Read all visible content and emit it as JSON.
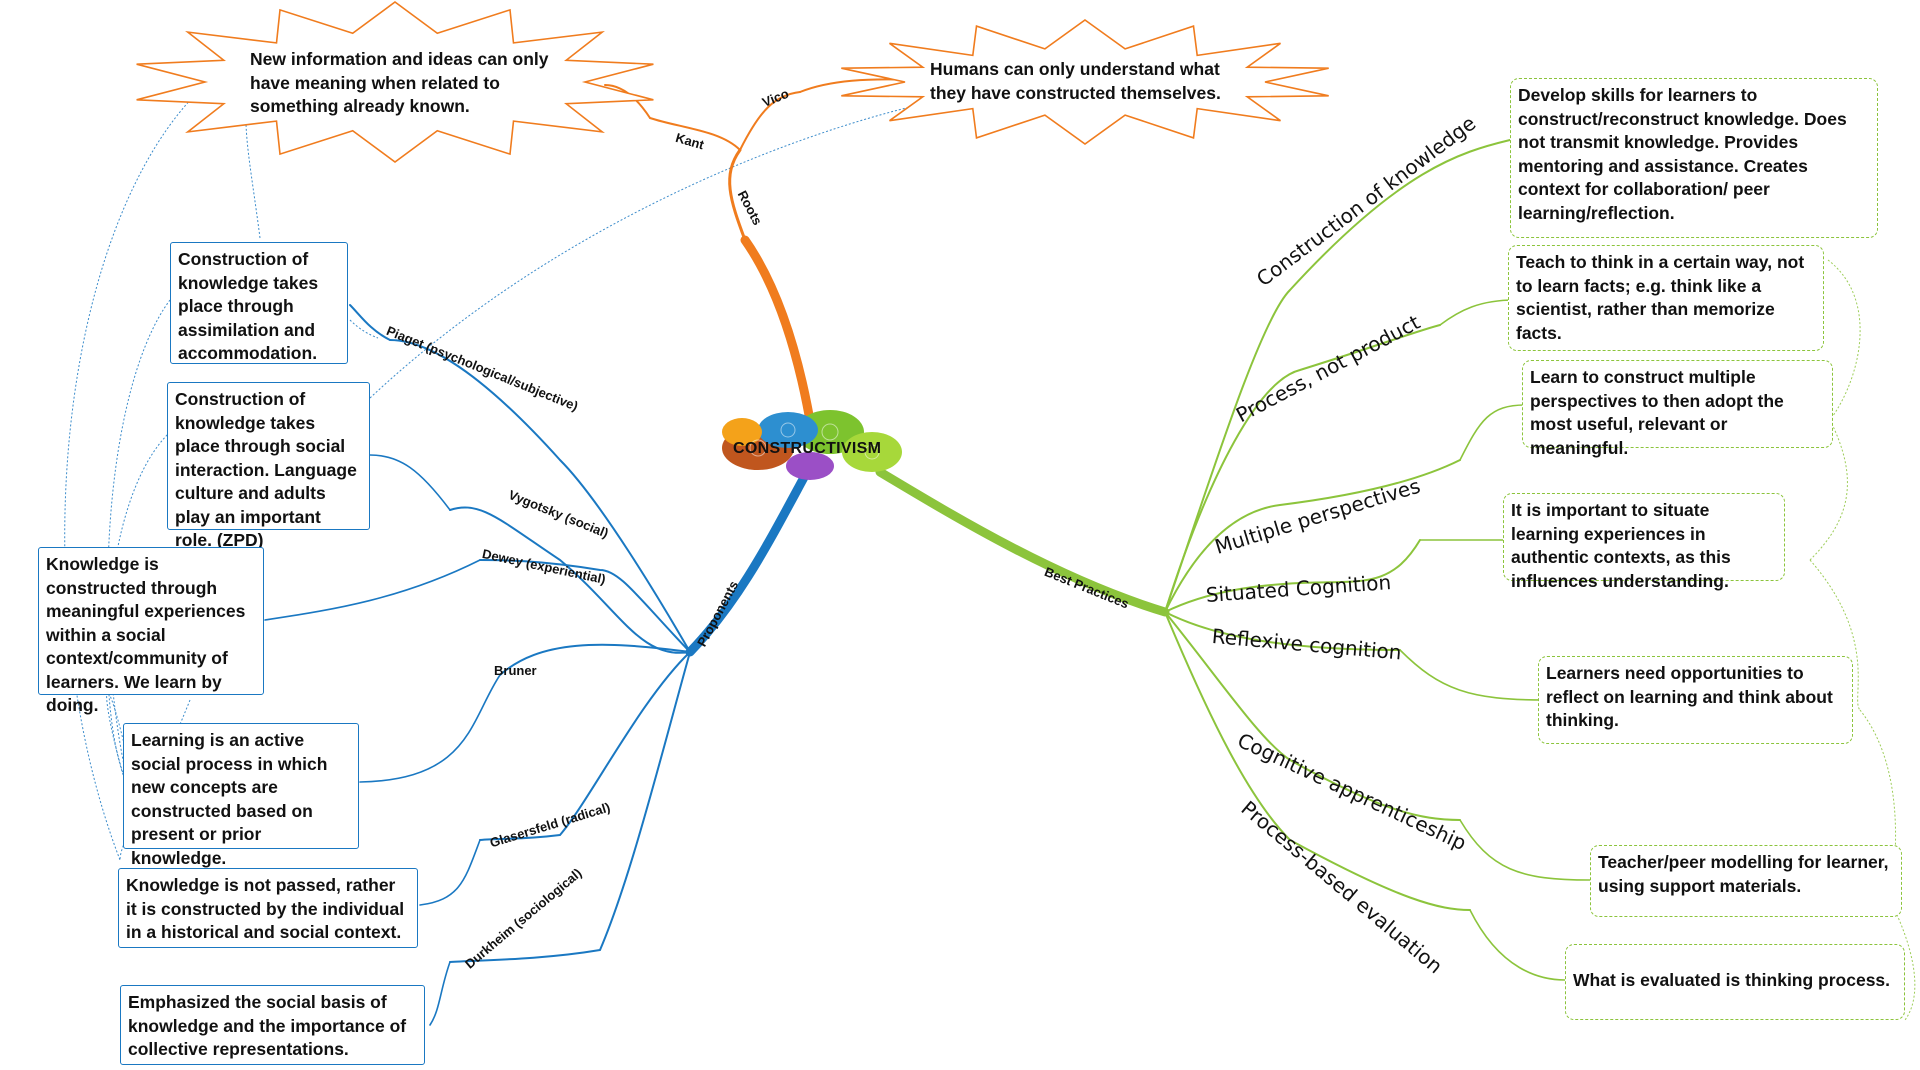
{
  "central_topic": "CONSTRUCTIVISM",
  "colors": {
    "roots": "#f07c1e",
    "proponents": "#1a78c2",
    "best_practices": "#8cc43c"
  },
  "roots": {
    "label": "Roots",
    "kant": {
      "label": "Kant",
      "note": "New information and ideas can only have meaning when related to something already known."
    },
    "vico": {
      "label": "Vico",
      "note": "Humans can only understand what they have constructed themselves."
    }
  },
  "proponents": {
    "label": "Proponents",
    "items": [
      {
        "label": "Piaget (psychological/subjective)",
        "note": "Construction of knowledge takes place through assimilation and accommodation."
      },
      {
        "label": "Vygotsky (social)",
        "note": "Construction of knowledge takes place through social interaction. Language culture and adults play an important role. (ZPD)"
      },
      {
        "label": "Dewey (experiential)",
        "note": "Knowledge is constructed through meaningful experiences within a social context/community of learners. We learn by doing."
      },
      {
        "label": "Bruner",
        "note": "Learning is an active social process in which new concepts are constructed based on present or prior knowledge."
      },
      {
        "label": "Glasersfeld (radical)",
        "note": "Knowledge is not passed, rather it is constructed by the individual in a historical and social context."
      },
      {
        "label": "Durkheim (sociological)",
        "note": "Emphasized the social basis of knowledge and the importance of collective representations."
      }
    ]
  },
  "best_practices": {
    "label": "Best Practices",
    "items": [
      {
        "label": "Construction of knowledge",
        "note": "Develop skills for learners to construct/reconstruct knowledge. Does not transmit knowledge. Provides mentoring and assistance. Creates context for collaboration/ peer learning/reflection."
      },
      {
        "label": "Process, not product",
        "note": "Teach to think in a certain way, not to learn facts; e.g. think like a scientist, rather than memorize facts."
      },
      {
        "label": "Multiple perspectives",
        "note": "Learn to construct multiple perspectives to then adopt the most useful, relevant or meaningful."
      },
      {
        "label": "Situated Cognition",
        "note": "It is important to situate learning experiences in authentic contexts, as this influences understanding."
      },
      {
        "label": "Reflexive cognition",
        "note": "Learners need opportunities to reflect on learning and think about thinking."
      },
      {
        "label": "Cognitive apprenticeship",
        "note": "Teacher/peer modelling for learner, using support materials."
      },
      {
        "label": "Process-based evaluation",
        "note": "What is evaluated is thinking process."
      }
    ]
  }
}
